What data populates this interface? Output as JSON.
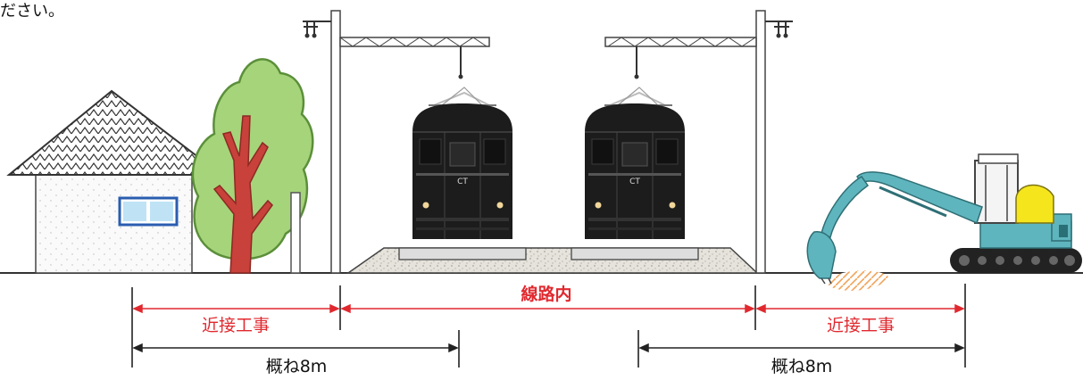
{
  "header": {
    "fragment_text": "ださい。"
  },
  "labels": {
    "in_track": "線路内",
    "near_left": "近接工事",
    "near_right": "近接工事",
    "distance_left": "概ね8m",
    "distance_right": "概ね8m"
  },
  "train": {
    "logo_text": "CT"
  },
  "colors": {
    "red": "#e0292f",
    "text": "#111111",
    "tree_foliage": "#a6d47a",
    "tree_trunk": "#c8413a",
    "excavator_teal": "#5fb5bd",
    "excavator_yellow": "#f5e51d",
    "ballast": "#d9d5cc",
    "train_body": "#1c1c1c"
  }
}
